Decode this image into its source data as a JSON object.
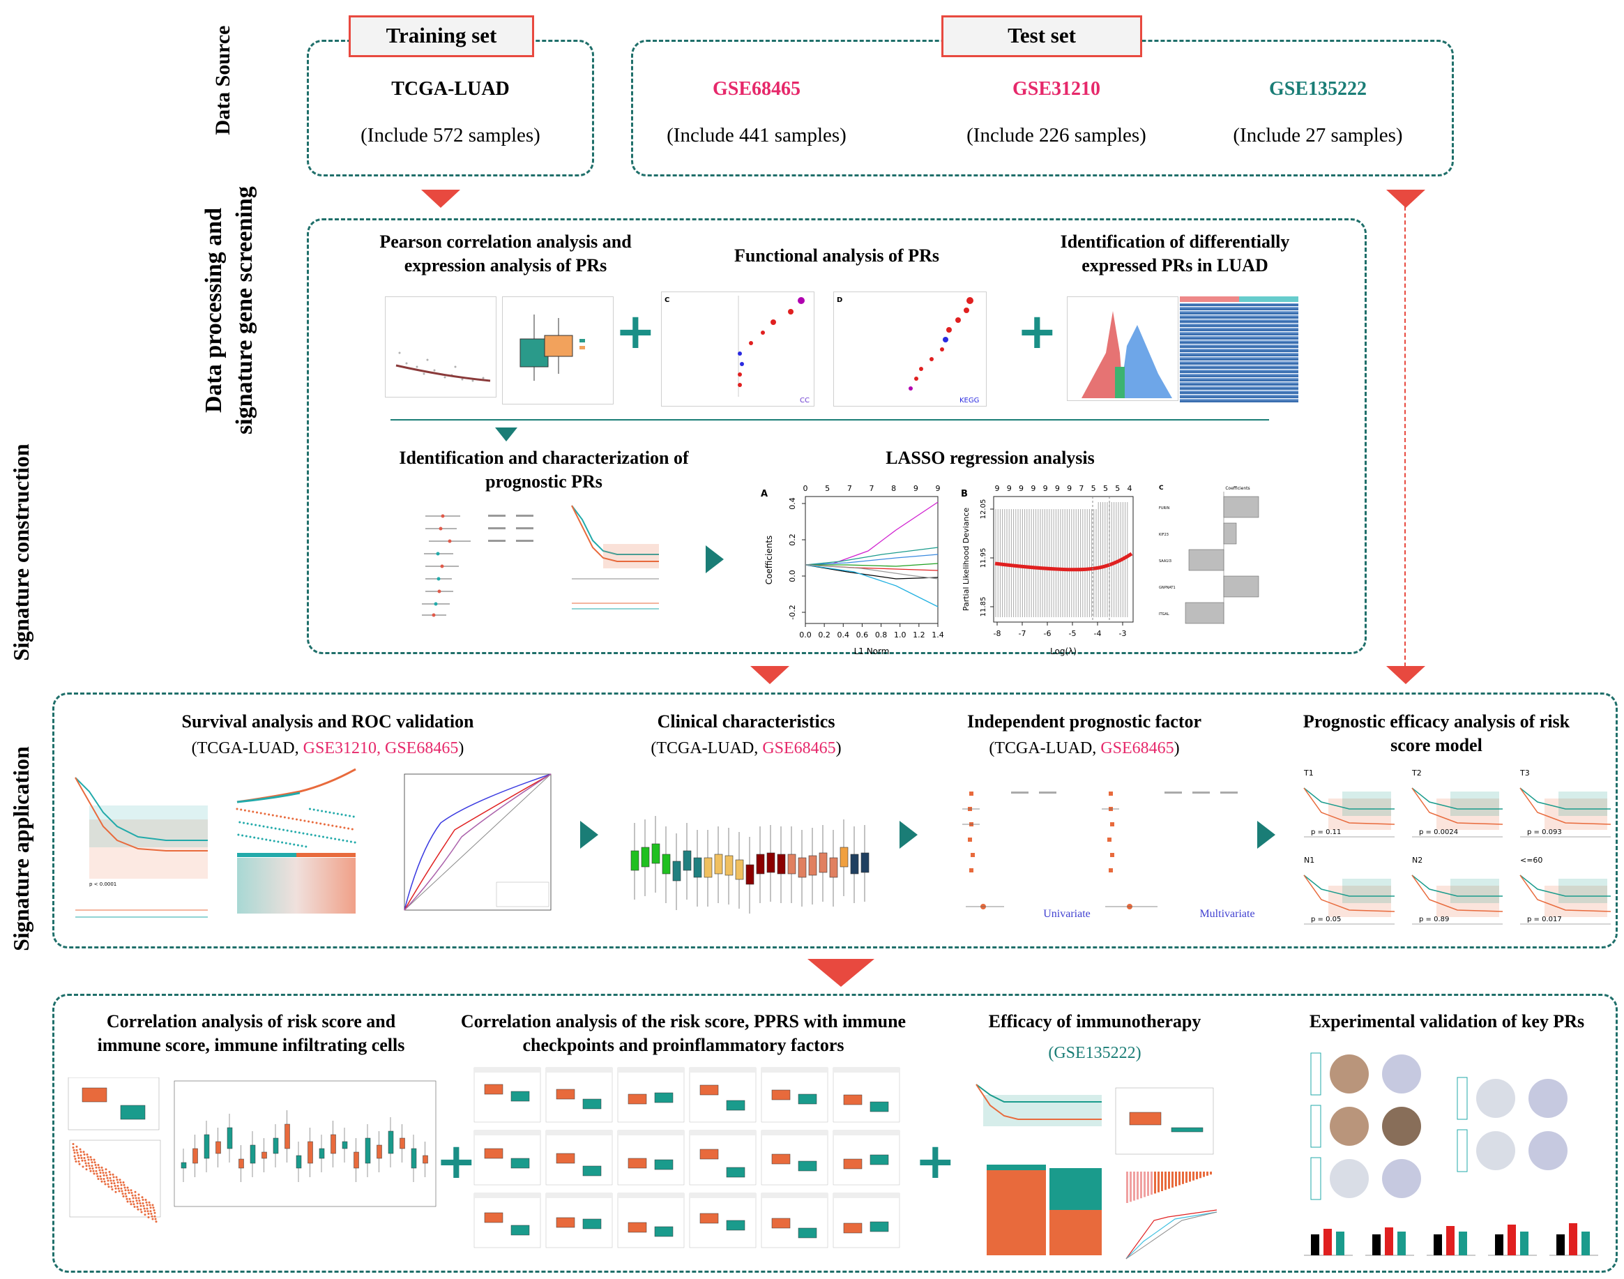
{
  "header": {
    "training_label": "Training set",
    "test_label": "Test set"
  },
  "side_labels": {
    "data_source": "Data Source",
    "processing_line1": "Data processing and",
    "processing_line2": "signature gene screening",
    "construction": "Signature construction",
    "application": "Signature application"
  },
  "data_source": {
    "training": {
      "name": "TCGA-LUAD",
      "samples": "(Include 572 samples)"
    },
    "test": [
      {
        "name": "GSE68465",
        "samples": "(Include 441 samples)",
        "color": "#e6286a"
      },
      {
        "name": "GSE31210",
        "samples": "(Include 226 samples)",
        "color": "#e6286a"
      },
      {
        "name": "GSE135222",
        "samples": "(Include 27 samples)",
        "color": "#1a7d76"
      }
    ]
  },
  "processing": {
    "pearson_title": "Pearson correlation analysis and expression analysis of PRs",
    "functional_title": "Functional analysis of PRs",
    "diff_title": "Identification of differentially expressed PRs in LUAD",
    "prognostic_title": "Identification and characterization of prognostic PRs",
    "lasso_title": "LASSO regression analysis",
    "cc_label": "CC",
    "kegg_label": "KEGG",
    "panel_c": "C",
    "panel_d": "D"
  },
  "lasso_chart": {
    "panel_a": "A",
    "panel_b": "B",
    "panel_c": "C",
    "a_top_ticks": [
      "0",
      "5",
      "7",
      "7",
      "8",
      "9",
      "9"
    ],
    "a_x_ticks": [
      "0.0",
      "0.2",
      "0.4",
      "0.6",
      "0.8",
      "1.0",
      "1.2",
      "1.4"
    ],
    "a_y_ticks": [
      "0.4",
      "0.2",
      "0.0",
      "-0.2"
    ],
    "a_xlabel": "L1 Norm",
    "a_ylabel": "Coefficients",
    "b_top_ticks": [
      "9",
      "9",
      "9",
      "9",
      "9",
      "9",
      "9",
      "7",
      "5",
      "5",
      "5",
      "4"
    ],
    "b_x_ticks": [
      "-8",
      "-7",
      "-6",
      "-5",
      "-4",
      "-3"
    ],
    "b_y_ticks": [
      "12.05",
      "11.95",
      "11.85"
    ],
    "b_xlabel": "Log(λ)",
    "b_ylabel": "Partial Likelihood Deviance",
    "c_title": "Coefficients",
    "c_genes": [
      "FURIN",
      "KIF23",
      "SAA1I3",
      "GNPNAT1",
      "ITGAL"
    ]
  },
  "construction": {
    "survival_title": "Survival analysis and ROC validation",
    "survival_sub_a": "(TCGA-LUAD, ",
    "survival_sub_b": "GSE31210, GSE68465",
    "survival_sub_c": ")",
    "clinical_title": "Clinical characteristics",
    "clinical_sub_a": "(TCGA-LUAD, ",
    "clinical_sub_b": "GSE68465",
    "clinical_sub_c": ")",
    "indep_title": "Independent prognostic factor",
    "indep_sub_a": "(TCGA-LUAD, ",
    "indep_sub_b": "GSE68465",
    "indep_sub_c": ")",
    "efficacy_title": "Prognostic efficacy analysis of risk score model",
    "univariate": "Univariate",
    "multivariate": "Multivariate",
    "p_value": "p < 0.0001",
    "km_panels": [
      {
        "name": "T1",
        "p": "p = 0.11"
      },
      {
        "name": "T2",
        "p": "p = 0.0024"
      },
      {
        "name": "T3",
        "p": "p = 0.093"
      },
      {
        "name": "N1",
        "p": "p = 0.05"
      },
      {
        "name": "N2",
        "p": "p = 0.89"
      },
      {
        "name": "<=60",
        "p": "p = 0.017"
      }
    ]
  },
  "application": {
    "corr_title": "Correlation analysis of risk score and immune score, immune infiltrating cells",
    "checkpoint_title": "Correlation analysis of the risk score, PPRS with immune checkpoints and proinflammatory factors",
    "immuno_title": "Efficacy of immunotherapy",
    "immuno_sub": "(GSE135222)",
    "experimental_title": "Experimental validation of key PRs"
  },
  "colors": {
    "teal": "#1a7d76",
    "red_accent": "#e6286a",
    "arrow_red": "#e8493f",
    "orange": "#e86a3c",
    "green": "#1a9b8c"
  }
}
